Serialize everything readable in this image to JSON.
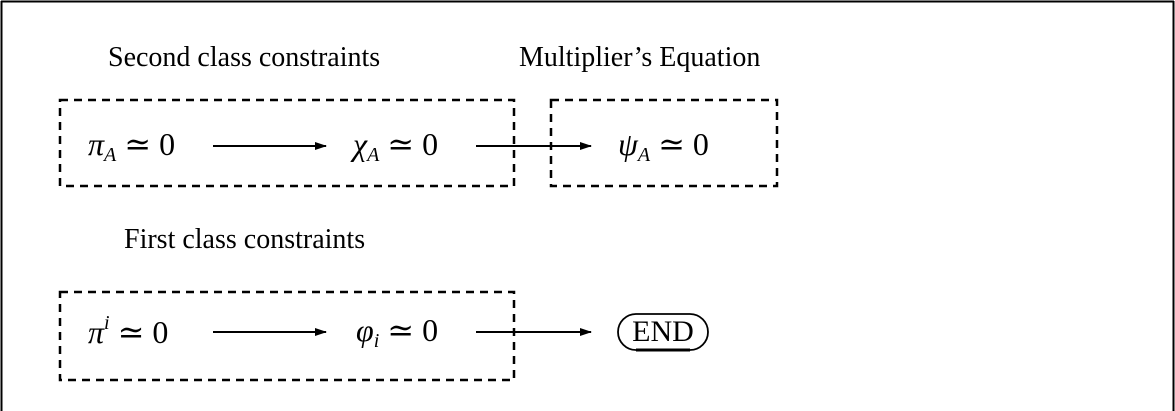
{
  "diagram": {
    "groups": {
      "second_class": {
        "title": "Second class constraints",
        "nodes": [
          {
            "symbol": "π",
            "index": "A",
            "rel": "≃",
            "value": "0"
          },
          {
            "symbol": "χ",
            "index": "A",
            "rel": "≃",
            "value": "0"
          }
        ]
      },
      "multiplier": {
        "title": "Multiplier’s Equation",
        "nodes": [
          {
            "symbol": "ψ",
            "index": "A",
            "rel": "≃",
            "value": "0"
          }
        ]
      },
      "first_class": {
        "title": "First class constraints",
        "nodes": [
          {
            "symbol": "π",
            "index": "i",
            "rel": "≃",
            "value": "0"
          },
          {
            "symbol": "φ",
            "index": "i",
            "rel": "≃",
            "value": "0"
          }
        ]
      }
    },
    "end_node": "END",
    "colors": {
      "stroke": "#000000",
      "background": "#ffffff"
    }
  }
}
